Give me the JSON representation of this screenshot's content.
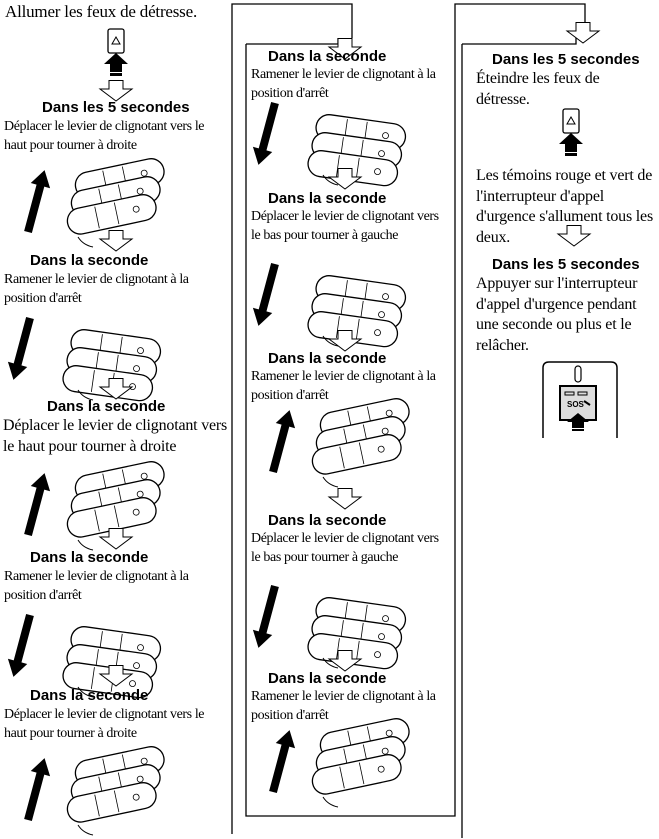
{
  "intro": "Allumer les feux de détresse.",
  "columns": [
    [
      {
        "heading": "Dans les 5 secondes",
        "text": "Déplacer le levier de clignotant vers le haut pour tourner à droite",
        "lever": "up"
      },
      {
        "heading": "Dans la seconde",
        "text": "Ramener le levier de clignotant à la position d'arrêt",
        "lever": "down"
      },
      {
        "heading": "Dans la seconde",
        "text": "Déplacer le levier de clignotant vers le haut pour tourner à droite",
        "lever": "up"
      },
      {
        "heading": "Dans la seconde",
        "text": "Ramener le levier de clignotant à la position d'arrêt",
        "lever": "down"
      },
      {
        "heading": "Dans la seconde",
        "text": "Déplacer le levier de clignotant vers le haut pour tourner à droite",
        "lever": "up"
      }
    ],
    [
      {
        "heading": "Dans la seconde",
        "text": "Ramener le levier de clignotant à la position d'arrêt",
        "lever": "down"
      },
      {
        "heading": "Dans la seconde",
        "text": "Déplacer le levier de clignotant vers le bas pour tourner à gauche",
        "lever": "down"
      },
      {
        "heading": "Dans la seconde",
        "text": "Ramener le levier de clignotant à la position d'arrêt",
        "lever": "up"
      },
      {
        "heading": "Dans la seconde",
        "text": "Déplacer le levier de clignotant vers le bas pour tourner à gauche",
        "lever": "down"
      },
      {
        "heading": "Dans la seconde",
        "text": "Ramener le levier de clignotant à la position d'arrêt",
        "lever": "up"
      }
    ]
  ],
  "final": {
    "step1_heading": "Dans les 5 secondes",
    "step1_text": "Éteindre les feux de détresse.",
    "note": "Les témoins rouge et vert de l'interrupteur d'appel d'urgence s'allument tous les deux.",
    "step2_heading": "Dans les 5 secondes",
    "step2_text": "Appuyer sur l'interrupteur d'appel d'urgence pendant une seconde ou plus et le relâcher.",
    "sos_label": "SOS"
  },
  "icons": [
    "hazard-switch-icon",
    "turn-signal-lever-icon",
    "direction-arrow-icon",
    "flow-arrow-icon",
    "sos-switch-icon"
  ]
}
